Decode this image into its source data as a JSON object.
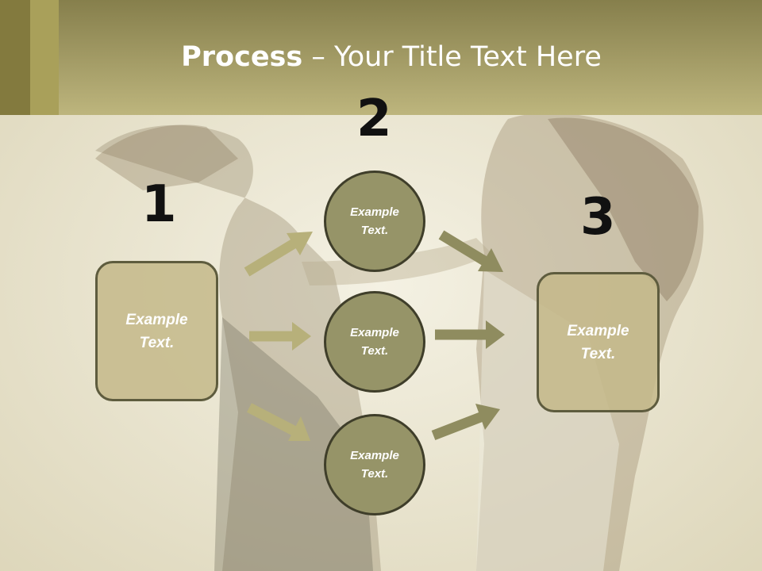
{
  "slide": {
    "title_bold": "Process",
    "title_rest": " – Your Title Text Here",
    "numbers": [
      "1",
      "2",
      "3"
    ],
    "left_box": "Example Text.",
    "circles": [
      "Example Text.",
      "Example Text.",
      "Example Text."
    ],
    "right_box": "Example Text."
  },
  "colors": {
    "header": "#bdb57d",
    "box_fill": "#c4b98a",
    "circle_fill": "#969468",
    "arrow_light": "#b7b07a",
    "arrow_dark": "#8f8c5f"
  }
}
